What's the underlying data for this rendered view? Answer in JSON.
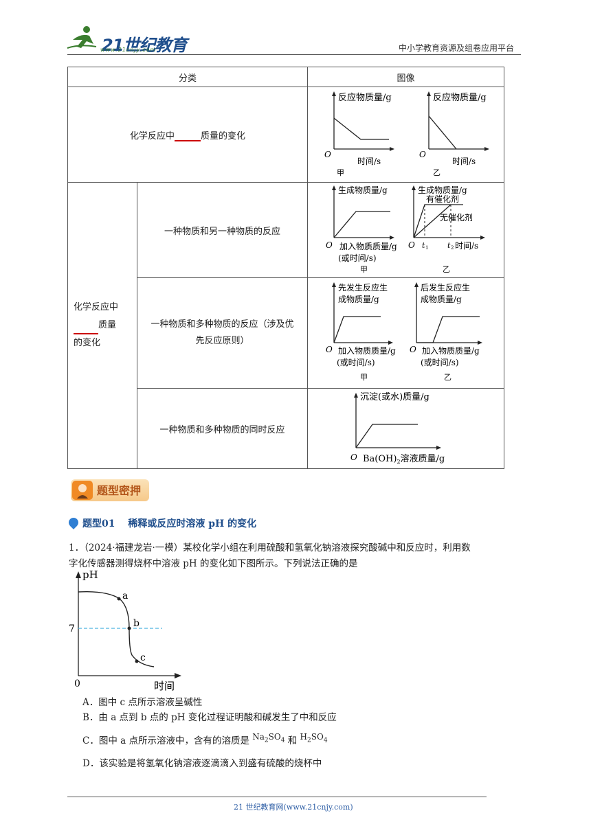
{
  "header": {
    "logo_text": "21世纪教育",
    "logo_url": "www.21cnjy.com",
    "platform": "中小学教育资源及组卷应用平台"
  },
  "table": {
    "col1": "分类",
    "col2": "图像",
    "row1_label_pre": "化学反应中",
    "row1_label_post": "质量的变化",
    "row2_label_pre": "化学反应中",
    "row2_label_post": "质量",
    "row2_label_end": "的变化",
    "sub1": "一种物质和另一种物质的反应",
    "sub2_line1": "一种物质和多种物质的反应（涉及优",
    "sub2_line2": "先反应原则）",
    "sub3": "一种物质和多种物质的同时反应",
    "g": {
      "reactant_mass": "反应物质量/g",
      "time_s": "时间/s",
      "product_mass": "生成物质量/g",
      "add_mass": "加入物质质量/g",
      "or_time": "(或时间/s)",
      "catalyst": "有催化剂",
      "no_catalyst": "无催化剂",
      "time2": "时间/s",
      "t1": "t",
      "t2": "t",
      "sub1": "1",
      "sub2": "2",
      "first_product_l1": "先发生反应生",
      "first_product_l2": "成物质量/g",
      "later_product_l1": "后发生反应生",
      "later_product_l2": "成物质量/g",
      "precip": "沉淀(或水)质量/g",
      "baoh_pre": "Ba(OH)",
      "baoh_sub": "2",
      "baoh_post": "溶液质量/g",
      "origin": "O",
      "jia": "甲",
      "yi": "乙"
    }
  },
  "section": {
    "badge": "题型密押",
    "type_label": "题型",
    "type_num": "01",
    "type_title": "稀释或反应时溶液 pH 的变化"
  },
  "question": {
    "text_line1": "1．（2024·福建龙岩·一模）某校化学小组在利用硫酸和氢氧化钠溶液探究酸碱中和反应时，利用数",
    "text_line2": "字化传感器测得烧杯中溶液 pH 的变化如下图所示。下列说法正确的是",
    "chart": {
      "y_label": "pH",
      "x_label": "时间",
      "origin": "0",
      "seven": "7",
      "a": "a",
      "b": "b",
      "c": "c"
    },
    "optA": "A．图中 c 点所示溶液呈碱性",
    "optB": "B．由 a 点到 b 点的 pH 变化过程证明酸和碱发生了中和反应",
    "optC_pre": "C．图中 a 点所示溶液中，含有的溶质是 ",
    "optC_na": "Na",
    "optC_na_sub": "2",
    "optC_so": "SO",
    "optC_so_sub": "4",
    "optC_and": " 和 ",
    "optC_h": "H",
    "optC_h_sub": "2",
    "optC_so2": "SO",
    "optC_so2_sub": "4",
    "optD": "D．该实验是将氢氧化钠溶液逐滴滴入到盛有硫酸的烧杯中"
  },
  "footer": {
    "text": "21 世纪教育网(www.21cnjy.com)"
  }
}
